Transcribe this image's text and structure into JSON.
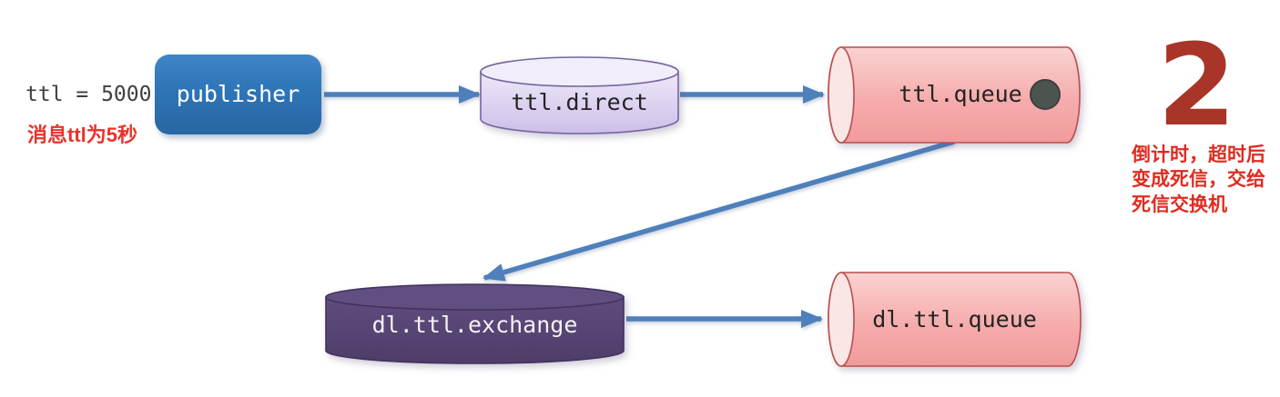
{
  "annotations": {
    "ttl_value": "ttl = 5000",
    "ttl_note": "消息ttl为5秒",
    "step_number": "2",
    "step_note_lines": [
      "倒计时，超时后",
      "变成死信，交给",
      "死信交换机"
    ]
  },
  "nodes": {
    "publisher": {
      "label": "publisher"
    },
    "ttl_direct": {
      "label": "ttl.direct"
    },
    "ttl_queue": {
      "label": "ttl.queue"
    },
    "dl_ttl_exchange": {
      "label": "dl.ttl.exchange"
    },
    "dl_ttl_queue": {
      "label": "dl.ttl.queue"
    }
  },
  "edges": [
    {
      "from": "publisher",
      "to": "ttl.direct"
    },
    {
      "from": "ttl.direct",
      "to": "ttl.queue"
    },
    {
      "from": "ttl.queue",
      "to": "dl.ttl.exchange"
    },
    {
      "from": "dl.ttl.exchange",
      "to": "dl.ttl.queue"
    }
  ],
  "colors": {
    "publisher_blue": "#2e75b6",
    "arrow_blue": "#4e80bb",
    "exchange_lavender": "#d9ccee",
    "queue_pink": "#f5a8a8",
    "dead_letter_purple": "#57446f",
    "note_red": "#e8342b",
    "step_red": "#a93428",
    "ttl_text_gray": "#3f3f3f",
    "message_dot": "#4c5450"
  }
}
